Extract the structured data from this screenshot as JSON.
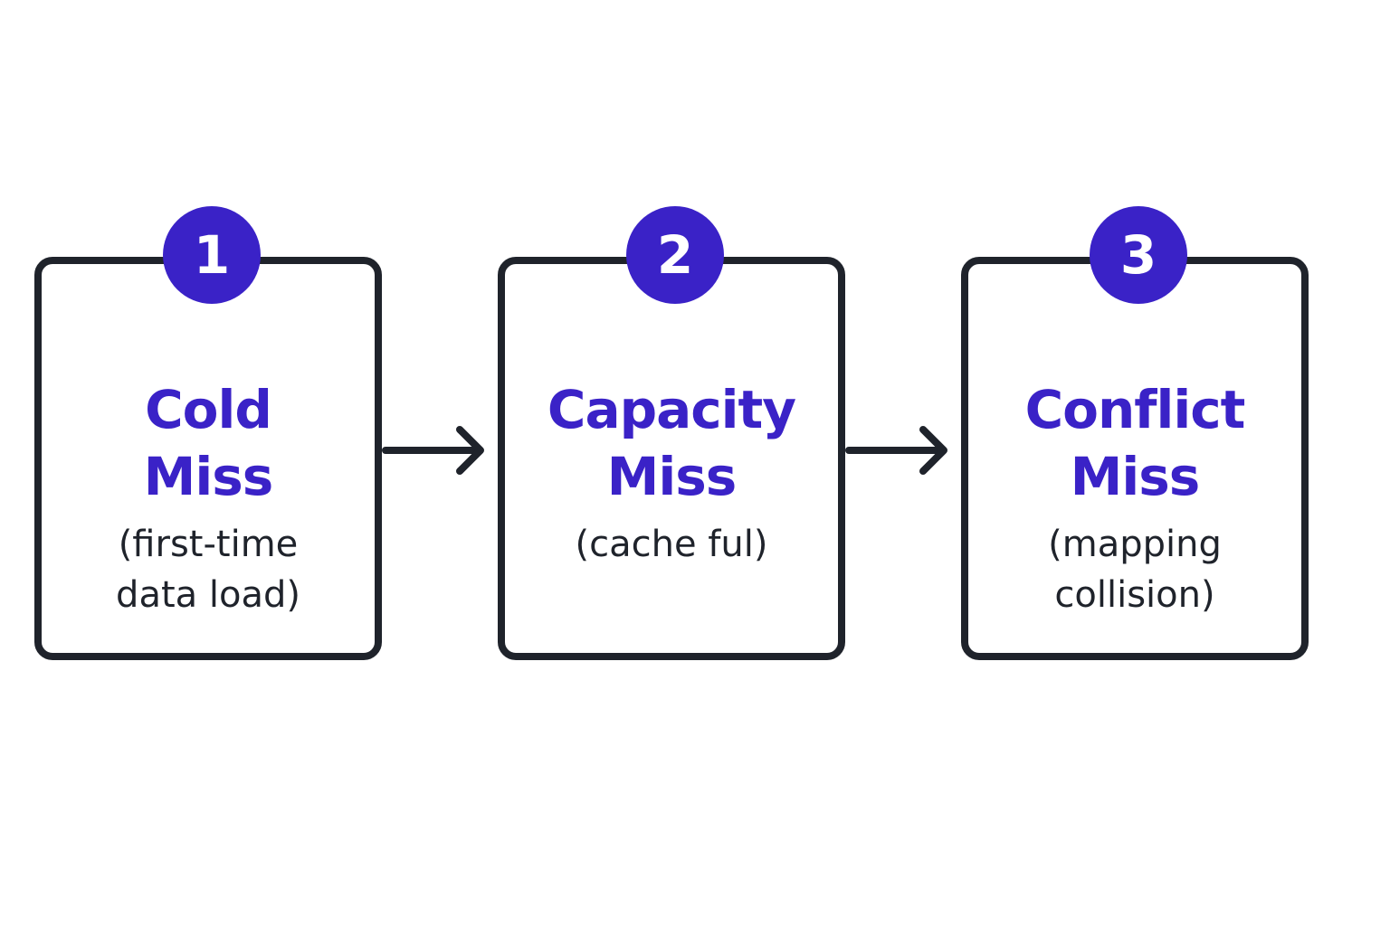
{
  "colors": {
    "accent": "#3a22c7",
    "outline": "#1f232b",
    "text": "#1f232b",
    "background": "#ffffff"
  },
  "steps": [
    {
      "number": "1",
      "title_lines": [
        "Cold",
        "Miss"
      ],
      "desc_lines": [
        "(first-time",
        "data load)"
      ]
    },
    {
      "number": "2",
      "title_lines": [
        "Capacity",
        "Miss"
      ],
      "desc_lines": [
        "(cache ful)"
      ]
    },
    {
      "number": "3",
      "title_lines": [
        "Conflict",
        "Miss"
      ],
      "desc_lines": [
        "(mapping",
        "collision)"
      ]
    }
  ],
  "connectors": [
    {
      "from": "1",
      "to": "2",
      "icon": "arrow-right-icon"
    },
    {
      "from": "2",
      "to": "3",
      "icon": "arrow-right-icon"
    }
  ]
}
